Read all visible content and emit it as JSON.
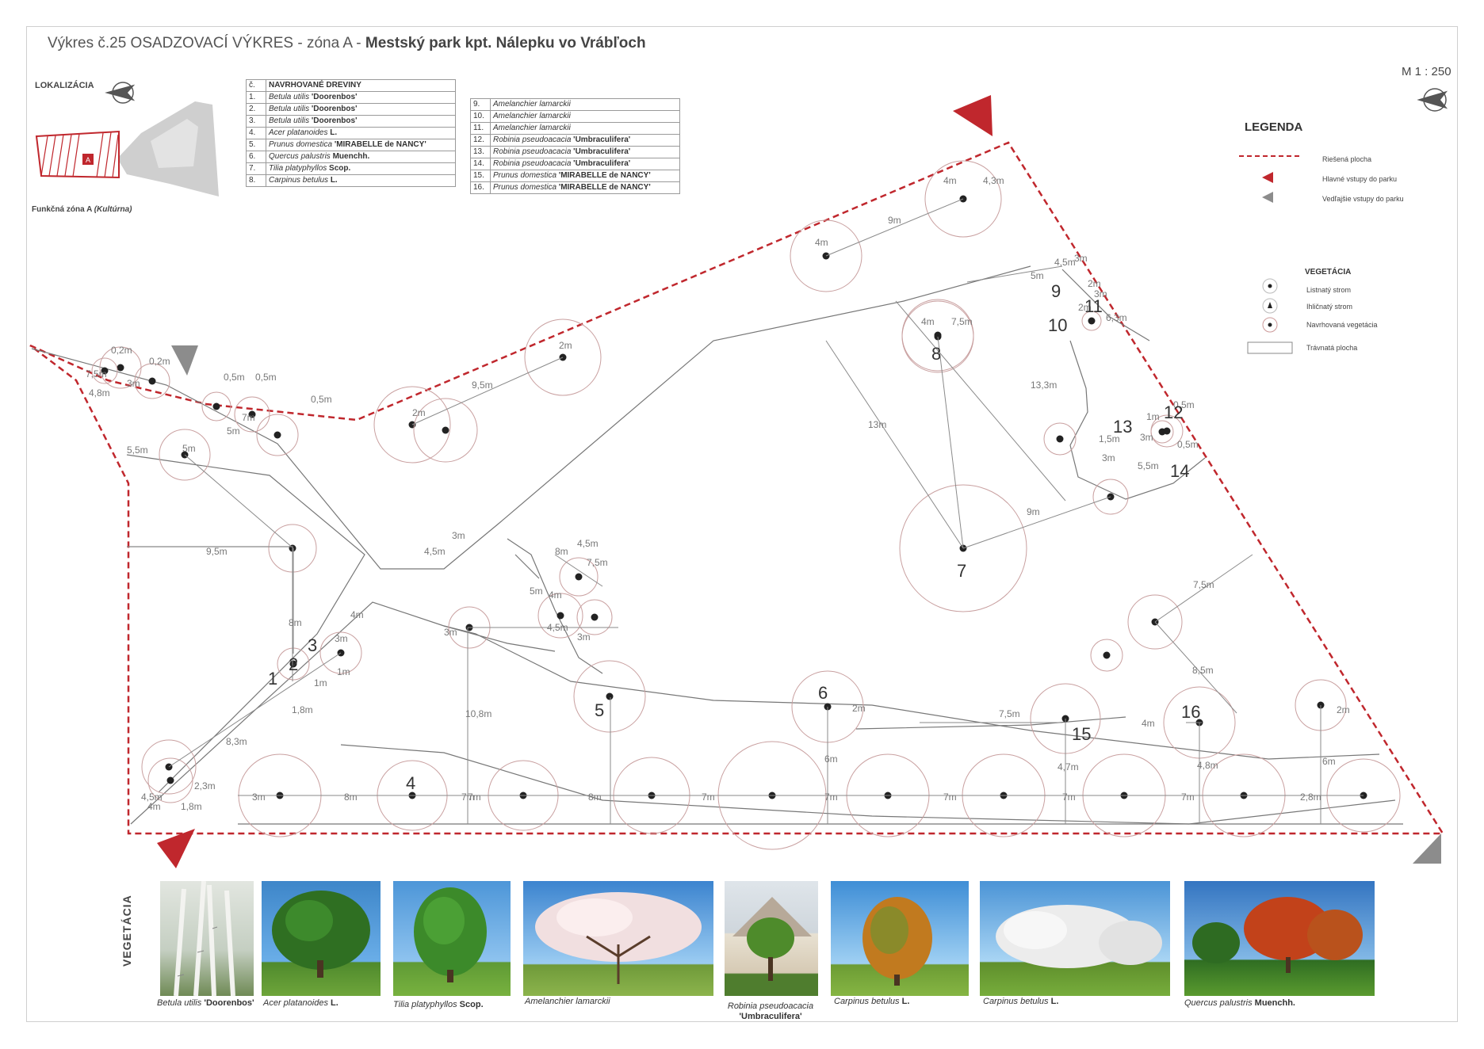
{
  "title": {
    "prefix": "Výkres č.25 OSADZOVACÍ VÝKRES - zóna A  -",
    "bold": "Mestský park kpt. Nálepku vo Vrábľoch"
  },
  "scale": "M 1 : 250",
  "locator": {
    "label": "LOKALIZÁCIA",
    "zone_marker": "A",
    "zone_caption_prefix": "Funkčná zóna A ",
    "zone_caption_italic": "(Kultúrna)"
  },
  "species_table": {
    "header_no": "č.",
    "header_name": "NAVRHOVANÉ DREVINY",
    "rows_left": [
      {
        "no": "1.",
        "species": "Betula utilis",
        "cultivar": "'Doorenbos'"
      },
      {
        "no": "2.",
        "species": "Betula utilis",
        "cultivar": "'Doorenbos'"
      },
      {
        "no": "3.",
        "species": "Betula utilis",
        "cultivar": "'Doorenbos'"
      },
      {
        "no": "4.",
        "species": "Acer platanoides",
        "cultivar": "L."
      },
      {
        "no": "5.",
        "species": "Prunus domestica",
        "cultivar": "'MIRABELLE de NANCY'"
      },
      {
        "no": "6.",
        "species": "Quercus palustris",
        "cultivar": "Muenchh."
      },
      {
        "no": "7.",
        "species": "Tilia platyphyllos",
        "cultivar": "Scop."
      },
      {
        "no": "8.",
        "species": "Carpinus betulus",
        "cultivar": "L."
      }
    ],
    "rows_right": [
      {
        "no": "9.",
        "species": "Amelanchier lamarckii",
        "cultivar": ""
      },
      {
        "no": "10.",
        "species": "Amelanchier lamarckii",
        "cultivar": ""
      },
      {
        "no": "11.",
        "species": "Amelanchier lamarckii",
        "cultivar": ""
      },
      {
        "no": "12.",
        "species": "Robinia pseudoacacia",
        "cultivar": "'Umbraculifera'"
      },
      {
        "no": "13.",
        "species": "Robinia pseudoacacia",
        "cultivar": "'Umbraculifera'"
      },
      {
        "no": "14.",
        "species": "Robinia pseudoacacia",
        "cultivar": "'Umbraculifera'"
      },
      {
        "no": "15.",
        "species": "Prunus domestica",
        "cultivar": "'MIRABELLE de NANCY'"
      },
      {
        "no": "16.",
        "species": "Prunus domestica",
        "cultivar": "'MIRABELLE de NANCY'"
      }
    ]
  },
  "legend": {
    "title": "LEGENDA",
    "items": [
      "Riešená plocha",
      "Hlavné vstupy do parku",
      "Vedľajšie vstupy do parku"
    ],
    "vegetation_title": "VEGETÁCIA",
    "vegetation_items": [
      "Listnatý strom",
      "Ihličnatý strom",
      "Navrhovaná vegetácia",
      "Trávnatá plocha"
    ]
  },
  "plan": {
    "tree_numbers": [
      "1",
      "2",
      "3",
      "4",
      "5",
      "6",
      "7",
      "8",
      "9",
      "10",
      "11",
      "12",
      "13",
      "14",
      "15",
      "16"
    ],
    "dimensions": [
      "9m",
      "4,3m",
      "4m",
      "4m",
      "7,5m",
      "4m",
      "2m",
      "9,5m",
      "2m",
      "0,2m",
      "0,2m",
      "7,5m",
      "4,8m",
      "3m",
      "0,5m",
      "0,5m",
      "0,5m",
      "7m",
      "5m",
      "5m",
      "5,5m",
      "9,5m",
      "4,5m",
      "3m",
      "8m",
      "4m",
      "3m",
      "1m",
      "1m",
      "1,8m",
      "8,3m",
      "4,5m",
      "4m",
      "2,3m",
      "1,8m",
      "3m",
      "10,8m",
      "13m",
      "13,3m",
      "9m",
      "3m",
      "5,5m",
      "1,5m",
      "1m",
      "3m",
      "0,5m",
      "0,5m",
      "7,5m",
      "8,5m",
      "2m",
      "5m",
      "2m",
      "4,5m",
      "3m",
      "3m",
      "6,3m",
      "4,5m",
      "8m",
      "7,5m",
      "5m",
      "4m",
      "4,5m",
      "3m",
      "7m",
      "2m",
      "6m",
      "7,5m",
      "4,7m",
      "4m",
      "4,8m",
      "6m",
      "2m",
      "3m",
      "8m",
      "7m",
      "8m",
      "7m",
      "7m",
      "7m",
      "7m",
      "7m",
      "2,8m"
    ]
  },
  "vegetation": {
    "side_label": "VEGETÁCIA",
    "photos": [
      {
        "species": "Betula utilis",
        "cultivar": "'Doorenbos'"
      },
      {
        "species": "Acer platanoides",
        "cultivar": "L."
      },
      {
        "species": "Tilia platyphyllos",
        "cultivar": "Scop."
      },
      {
        "species": "Amelanchier lamarckii",
        "cultivar": ""
      },
      {
        "species": "Robinia pseudoacacia",
        "cultivar": "'Umbraculifera'"
      },
      {
        "species": "Carpinus betulus",
        "cultivar": "L."
      },
      {
        "species": "Carpinus betulus",
        "cultivar": "L."
      },
      {
        "species": "Quercus palustris",
        "cultivar": "Muenchh."
      }
    ]
  },
  "colors": {
    "boundary": "#c0272d",
    "secondary_entry": "#8c8c8c",
    "line": "#8a8a8a",
    "circle": "#c9a0a0"
  }
}
